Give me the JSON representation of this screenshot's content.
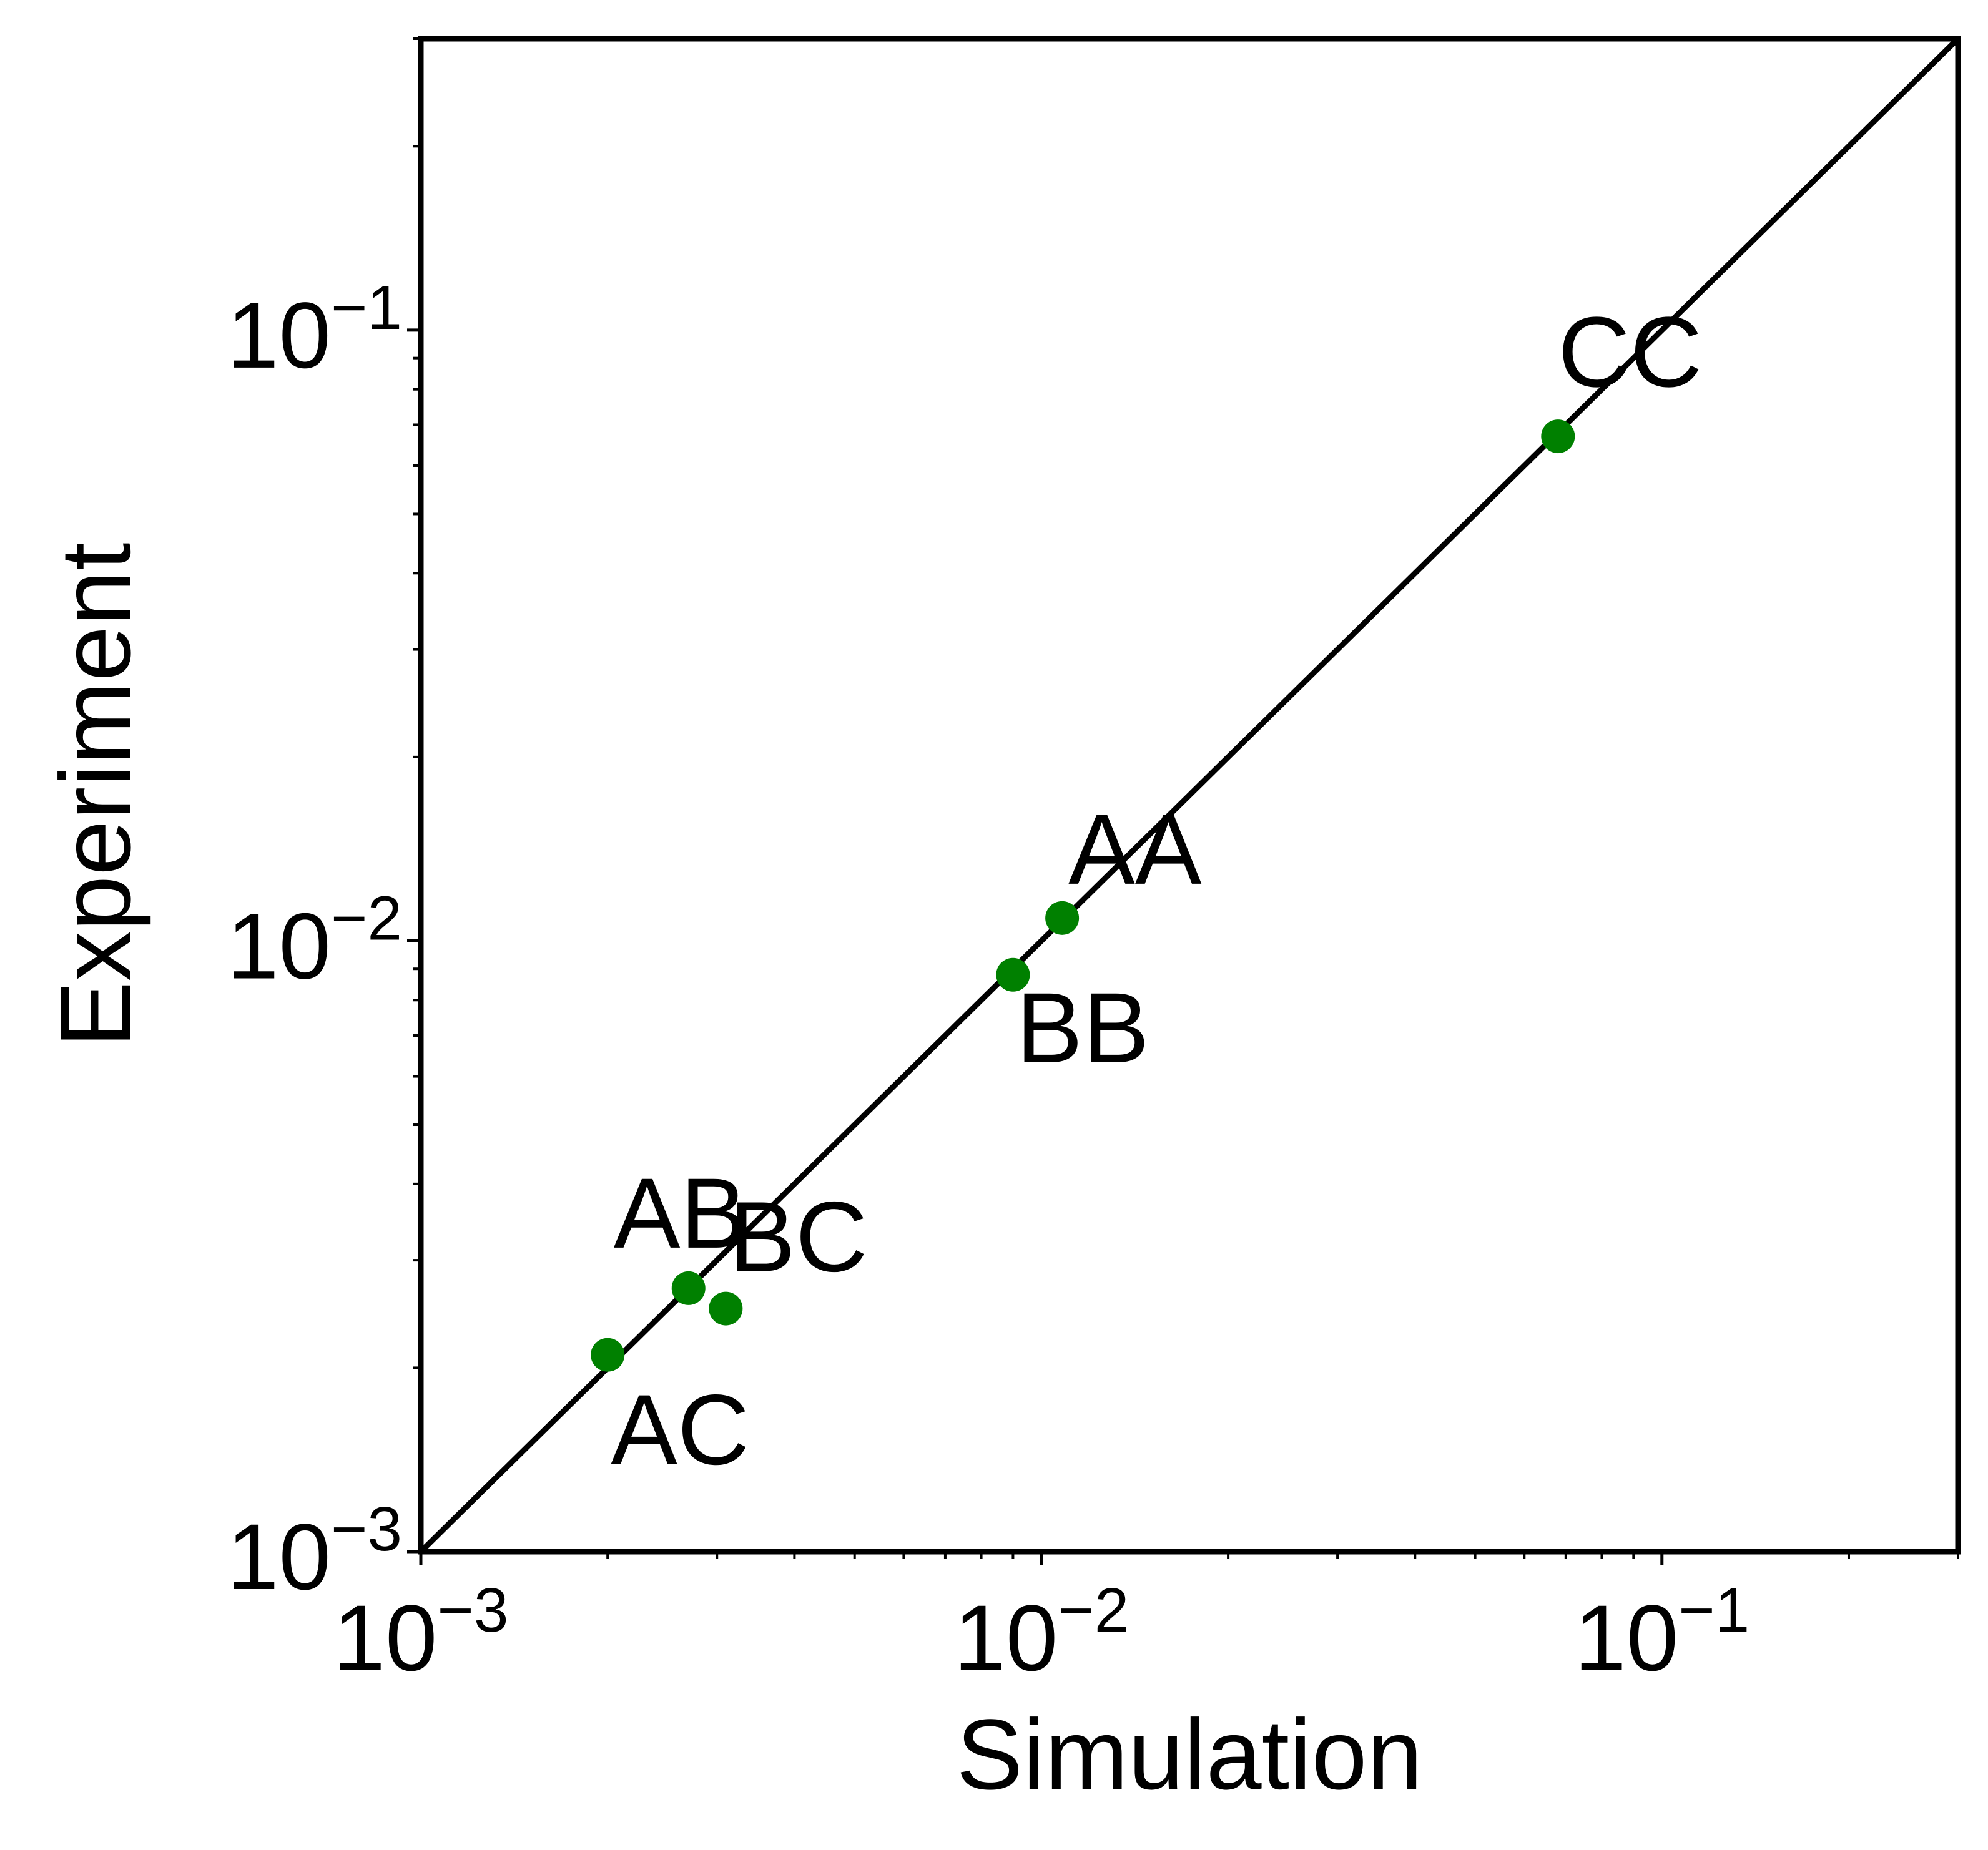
{
  "chart_data": {
    "type": "scatter",
    "xlabel": "Simulation",
    "ylabel": "Experiment",
    "xscale": "log",
    "yscale": "log",
    "xlim": [
      0.001,
      0.3
    ],
    "ylim": [
      0.001,
      0.3
    ],
    "grid": false,
    "marker_color": "#008000",
    "line_color": "#000000",
    "reference_line": "y = x",
    "x_ticks": [
      {
        "value": 0.001,
        "base": "10",
        "exp": "−3"
      },
      {
        "value": 0.01,
        "base": "10",
        "exp": "−2"
      },
      {
        "value": 0.1,
        "base": "10",
        "exp": "−1"
      }
    ],
    "y_ticks": [
      {
        "value": 0.001,
        "base": "10",
        "exp": "−3"
      },
      {
        "value": 0.01,
        "base": "10",
        "exp": "−2"
      },
      {
        "value": 0.1,
        "base": "10",
        "exp": "−1"
      }
    ],
    "points": [
      {
        "label": "CC",
        "x": 0.068,
        "y": 0.067
      },
      {
        "label": "AA",
        "x": 0.0108,
        "y": 0.0109
      },
      {
        "label": "BB",
        "x": 0.009,
        "y": 0.0088
      },
      {
        "label": "AB",
        "x": 0.0027,
        "y": 0.0027
      },
      {
        "label": "BC",
        "x": 0.0031,
        "y": 0.0025
      },
      {
        "label": "AC",
        "x": 0.002,
        "y": 0.0021
      }
    ]
  }
}
